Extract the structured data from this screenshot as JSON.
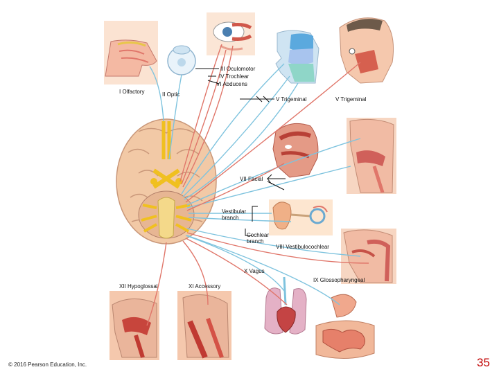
{
  "labels": {
    "oculomotor": "III Oculomotor",
    "trochlear": "IV Trochlear",
    "abducens": "VI Abducens",
    "olfactory": "I Olfactory",
    "optic": "II Optic",
    "trigeminal_a": "V Trigeminal",
    "trigeminal_b": "V Trigeminal",
    "facial": "VII Facial",
    "vestibular_branch": "Vestibular branch",
    "cochlear_branch": "Cochlear branch",
    "vestibulocochlear": "VIII Vestibulocochlear",
    "vagus": "X Vagus",
    "glossopharyngeal": "IX Glossopharyngeal",
    "hypoglossal": "XII Hypoglossal",
    "accessory": "XI Accessory"
  },
  "footer": {
    "copyright": "© 2016 Pearson Education, Inc.",
    "page_number": "35"
  },
  "colors": {
    "sensory_nerve": "#7ec3de",
    "motor_nerve": "#e0766a",
    "cranial_nerve": "#f0c020",
    "brain": "#f2c9a6",
    "page_number": "#c00000"
  }
}
